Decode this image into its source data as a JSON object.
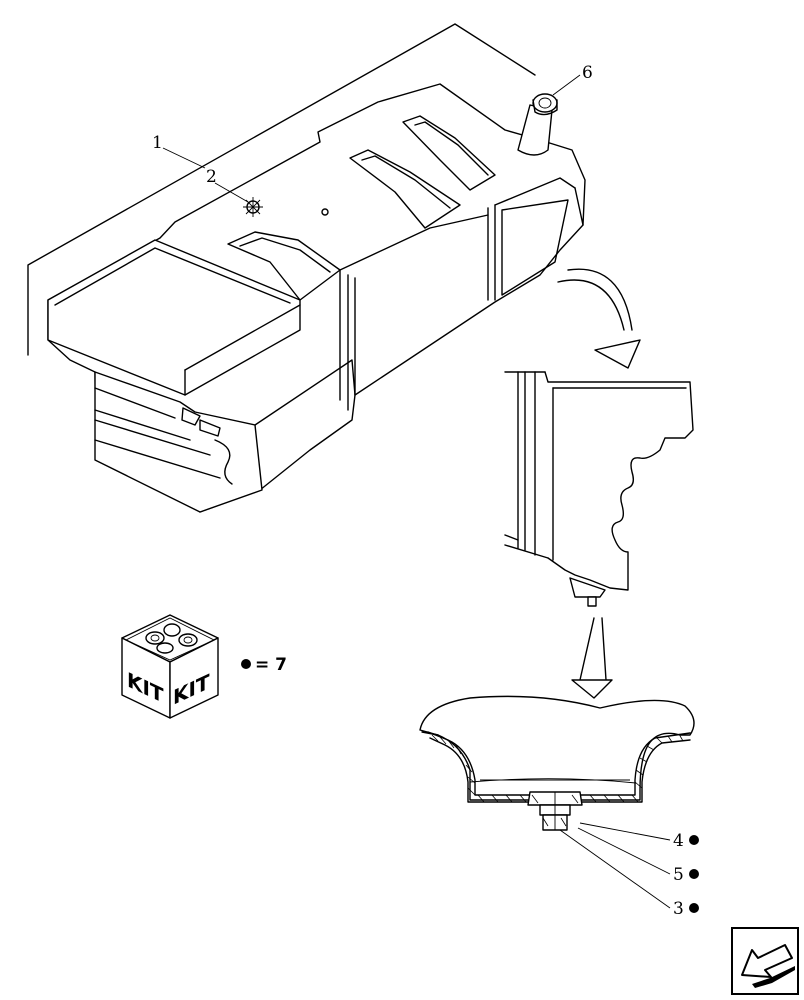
{
  "callouts": {
    "c1": "1",
    "c2": "2",
    "c3": "3",
    "c4": "4",
    "c5": "5",
    "c6": "6"
  },
  "kit": {
    "label_left": "KIT",
    "label_right": "KIT",
    "legend": "= 7"
  },
  "colors": {
    "line": "#000000",
    "background": "#ffffff"
  },
  "icons": {
    "kit_box": "kit-box-icon",
    "marker": "filled-circle-icon",
    "navigation": "back-arrow-icon"
  }
}
